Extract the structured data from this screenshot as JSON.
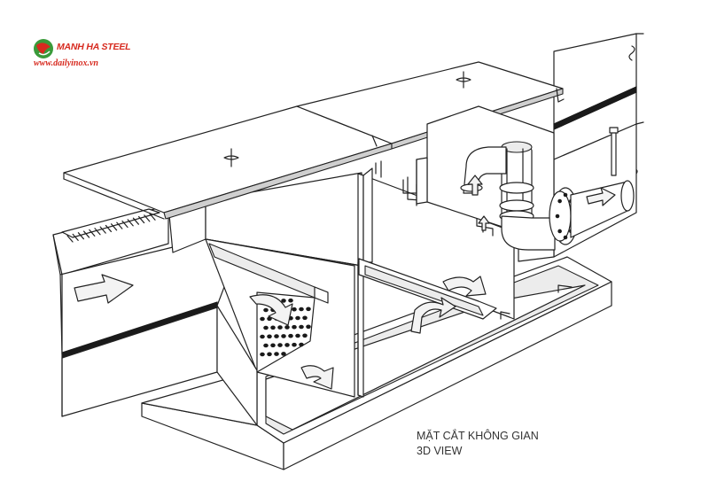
{
  "brand": {
    "name": "MANH HA STEEL",
    "website": "www.dailyinox.vn",
    "color": "#d72a1f",
    "accent": "#3a9a3a"
  },
  "caption": {
    "vi": "MẶT CẮT KHÔNG GIAN",
    "en": "3D VIEW"
  }
}
